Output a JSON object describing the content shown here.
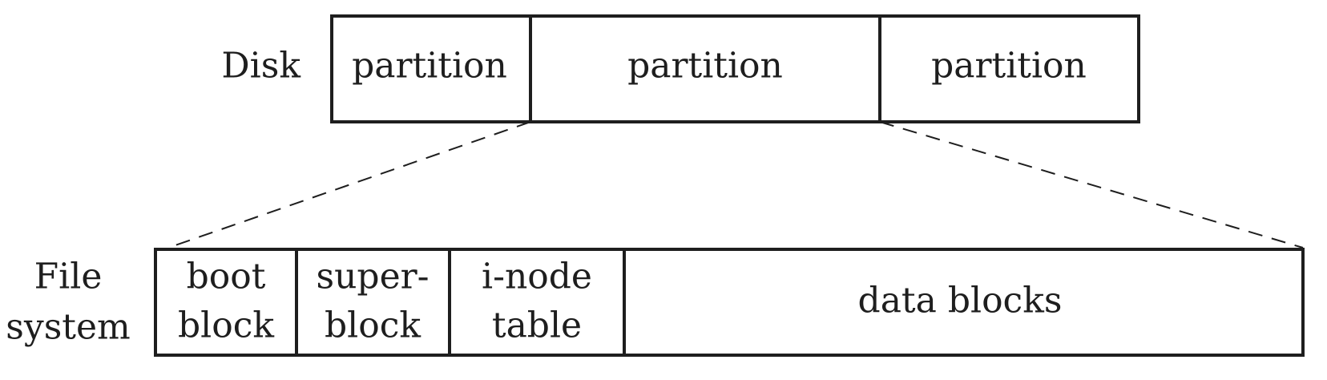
{
  "disk": {
    "label": "Disk",
    "partitions": [
      {
        "label": "partition"
      },
      {
        "label": "partition"
      },
      {
        "label": "partition"
      }
    ]
  },
  "filesystem": {
    "label_line1": "File",
    "label_line2": "system",
    "blocks": [
      {
        "line1": "boot",
        "line2": "block"
      },
      {
        "line1": "super-",
        "line2": "block"
      },
      {
        "line1": "i-node",
        "line2": "table"
      },
      {
        "line1": "data blocks",
        "line2": ""
      }
    ]
  }
}
